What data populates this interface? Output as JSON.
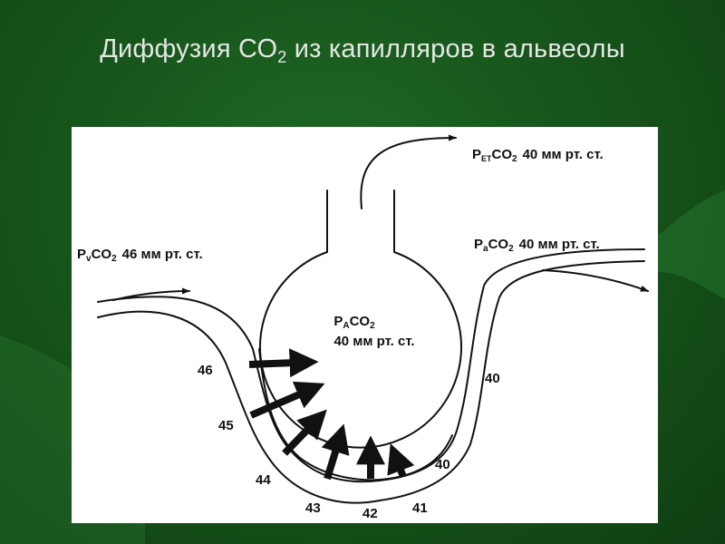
{
  "title": {
    "before": "Диффузия СО",
    "sub": "2",
    "after": " из капилляров в альвеолы"
  },
  "labels": {
    "pet": {
      "p": "P",
      "sub": "ET",
      "gas": "CO",
      "gas_sub": "2",
      "value": "40 мм рт. ст."
    },
    "pa": {
      "p": "P",
      "sub": "a",
      "gas": "CO",
      "gas_sub": "2",
      "value": "40 мм рт. ст."
    },
    "pv": {
      "p": "P",
      "sub": "v",
      "gas": "CO",
      "gas_sub": "2",
      "value": "46 мм рт. ст."
    },
    "palv": {
      "p": "P",
      "sub": "A",
      "gas": "CO",
      "gas_sub": "2",
      "value": "40 мм рт. ст."
    }
  },
  "gradient_values": [
    "46",
    "45",
    "44",
    "43",
    "42",
    "41",
    "40",
    "40"
  ],
  "colors": {
    "background": "#17561b",
    "panel": "#ffffff",
    "ink": "#111111",
    "title": "#e6e6e6"
  }
}
